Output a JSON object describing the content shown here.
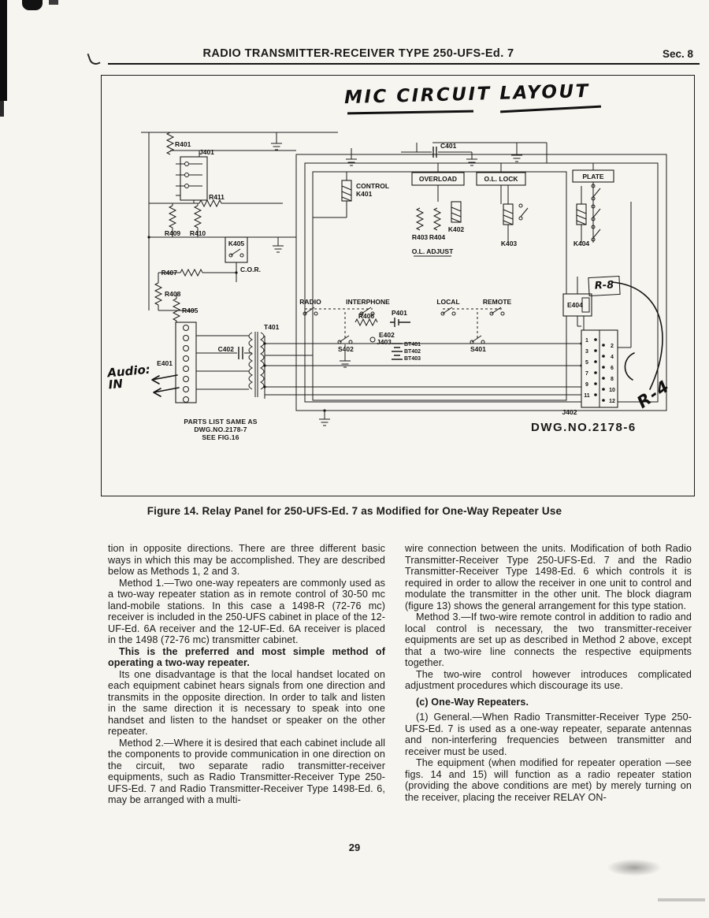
{
  "header": {
    "title": "RADIO TRANSMITTER-RECEIVER TYPE 250-UFS-Ed. 7",
    "section": "Sec. 8"
  },
  "figure": {
    "handwritten_title": "MIC CIRCUIT LAYOUT",
    "handwritten_audio_line1": "Audio:",
    "handwritten_audio_line2": "IN",
    "handwritten_r8": "R-8",
    "handwritten_r4": "R-4",
    "parts_note": [
      "PARTS LIST SAME AS",
      "DWG.NO.2178-7",
      "SEE FIG.16"
    ],
    "dwg_number": "DWG.NO.2178-6",
    "caption": "Figure 14.   Relay Panel for 250-UFS-Ed. 7 as Modified for One-Way Repeater Use",
    "labels": {
      "r401": "R401",
      "j401": "J401",
      "r411": "R411",
      "r409": "R409",
      "r410": "R410",
      "k405": "K405",
      "cor": "C.O.R.",
      "r407": "R407",
      "r408": "R408",
      "r405": "R405",
      "e401": "E401",
      "c402": "C402",
      "t401": "T401",
      "c401": "C401",
      "control": "CONTROL",
      "k401": "K401",
      "overload": "OVERLOAD",
      "ol_lock": "O.L. LOCK",
      "plate": "PLATE",
      "k402": "K402",
      "r403": "R403",
      "r404": "R404",
      "ol_adjust": "O.L. ADJUST",
      "k403": "K403",
      "k404": "K404",
      "e404": "E404",
      "radio": "RADIO",
      "interphone": "INTERPHONE",
      "r406": "R406",
      "p401": "P401",
      "e402": "E402",
      "j403": "J403",
      "s402": "S402",
      "bt401": "BT401",
      "bt402": "BT402",
      "bt403": "BT403",
      "local": "LOCAL",
      "remote": "REMOTE",
      "s401": "S401",
      "j402": "J402"
    },
    "connector_pins_left": [
      "1",
      "3",
      "5",
      "7",
      "9",
      "11"
    ],
    "connector_pins_right": [
      "2",
      "4",
      "6",
      "8",
      "10",
      "12"
    ]
  },
  "body": {
    "left": [
      "tion in opposite directions. There are three different basic ways in which this may be accomplished. They are described below as Methods 1, 2 and 3.",
      "Method 1.—Two one-way repeaters are commonly used as a two-way repeater station as in remote control of 30-50 mc land-mobile stations. In this case a 1498-R (72-76 mc) receiver is included in the 250-UFS cabinet in place of the 12-UF-Ed. 6A receiver and the 12-UF-Ed. 6A receiver is placed in the 1498 (72-76 mc) transmitter cabinet.",
      "This is the preferred and most simple method of operating a two-way repeater.",
      "Its one disadvantage is that the local handset located on each equipment cabinet hears signals from one direction and transmits in the opposite direction. In order to talk and listen in the same direction it is necessary to speak into one handset and listen to the handset or speaker on the other repeater.",
      "Method 2.—Where it is desired that each cabinet include all the components to provide communication in one direction on the circuit, two separate radio transmitter-receiver equipments, such as Radio Transmitter-Receiver Type 250-UFS-Ed. 7 and Radio Transmitter-Receiver Type 1498-Ed. 6, may be arranged with a multi-"
    ],
    "right": [
      "wire connection between the units. Modification of both Radio Transmitter-Receiver Type 250-UFS-Ed. 7 and the Radio Transmitter-Receiver Type 1498-Ed. 6 which controls it is required in order to allow the receiver in one unit to control and modulate the transmitter in the other unit. The block diagram (figure 13) shows the general arrangement for this type station.",
      "Method 3.—If two-wire remote control in addition to radio and local control is necessary, the two transmitter-receiver equipments are set up as described in Method 2 above, except that a two-wire line connects the respective equipments together.",
      "The two-wire control however introduces complicated adjustment procedures which discourage its use.",
      "(c) One-Way Repeaters.",
      "(1) General.—When Radio Transmitter-Receiver Type 250-UFS-Ed. 7 is used as a one-way repeater, separate antennas and non-interfering frequencies between transmitter and receiver must be used.",
      "The equipment (when modified for repeater operation —see figs. 14 and 15) will function as a radio repeater station (providing the above conditions are met) by merely turning on the receiver, placing the receiver RELAY ON-"
    ]
  },
  "page_number": "29"
}
